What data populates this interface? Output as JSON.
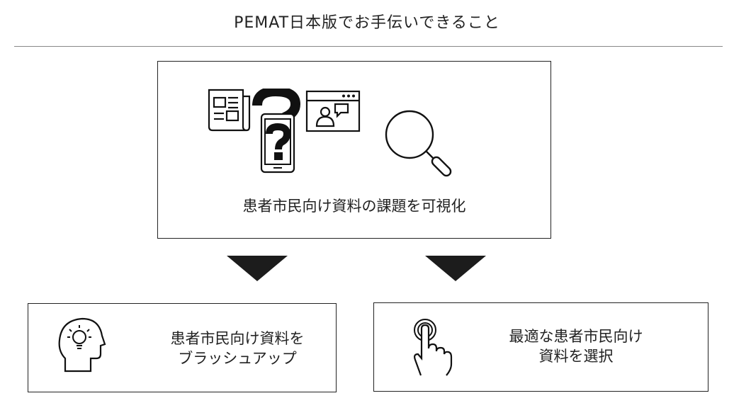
{
  "header": {
    "title": "PEMAT日本版でお手伝いできること"
  },
  "top_card": {
    "caption": "患者市民向け資料の課題を可視化",
    "icons": [
      "newspaper-icon",
      "question-mark-icon",
      "smartphone-icon",
      "web-chat-icon",
      "magnifier-icon"
    ]
  },
  "left_card": {
    "caption_line1": "患者市民向け資料を",
    "caption_line2": "ブラッシュアップ",
    "icon": "head-lightbulb-icon"
  },
  "right_card": {
    "caption_line1": "最適な患者市民向け",
    "caption_line2": "資料を選択",
    "icon": "finger-tap-icon"
  }
}
